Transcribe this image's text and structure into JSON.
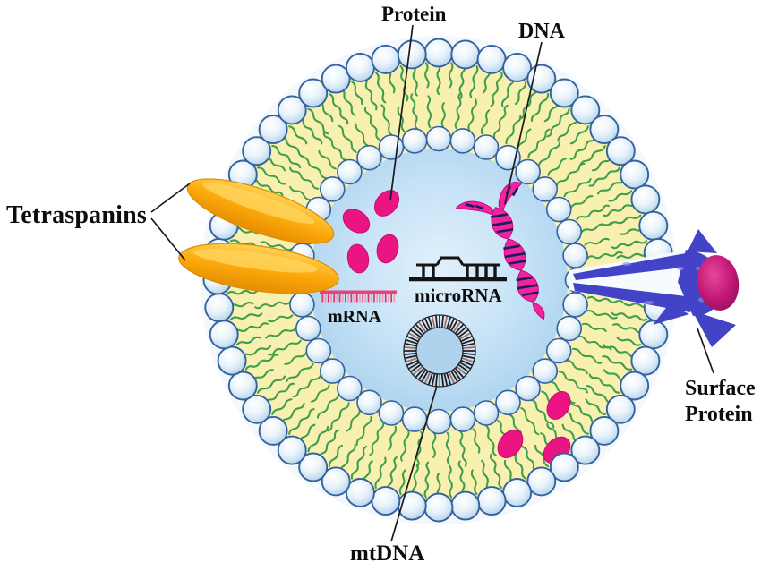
{
  "figure": {
    "type": "biological-diagram",
    "subject": "Exosome structure with lipid bilayer membrane and cargo",
    "labels": {
      "tetraspanins": "Tetraspanins",
      "protein": "Protein",
      "dna": "DNA",
      "microrna": "microRNA",
      "mrna": "mRNA",
      "mtdna": "mtDNA",
      "surface_protein": "Surface Protein"
    },
    "colors": {
      "membrane_yellow": "#f7f0ae",
      "halo_blue": "#e9f2f9",
      "bead_outline": "#34619f",
      "tail_green": "#3f9e4e",
      "lumen_edge": "#8fc0e4",
      "protein_pink": "#ea1583",
      "protein_pink_rim": "#c70d6d",
      "tetraspanin_orange": "#f9a705",
      "tetraspanin_rim": "#de8d00",
      "surface_protein_blue": "#4343c8",
      "surface_protein_speckle": "#8f8fe6",
      "surface_ball_magenta": "#b1126a",
      "dna_pink": "#f0249c",
      "dna_stripe": "#1b1b60",
      "mrna_pink": "#e8447c",
      "mrna_tooth_dark": "#d93a6e",
      "mrna_tooth_light": "#f29cb4",
      "mtdna_tick_dark": "#1e1a18",
      "mtdna_tick_brown": "#a8695e",
      "mtdna_lumen": "#aed3ec",
      "structure_black": "#141414",
      "leader_line": "#1b1b1b",
      "label_color": "#0c0c0c"
    }
  }
}
